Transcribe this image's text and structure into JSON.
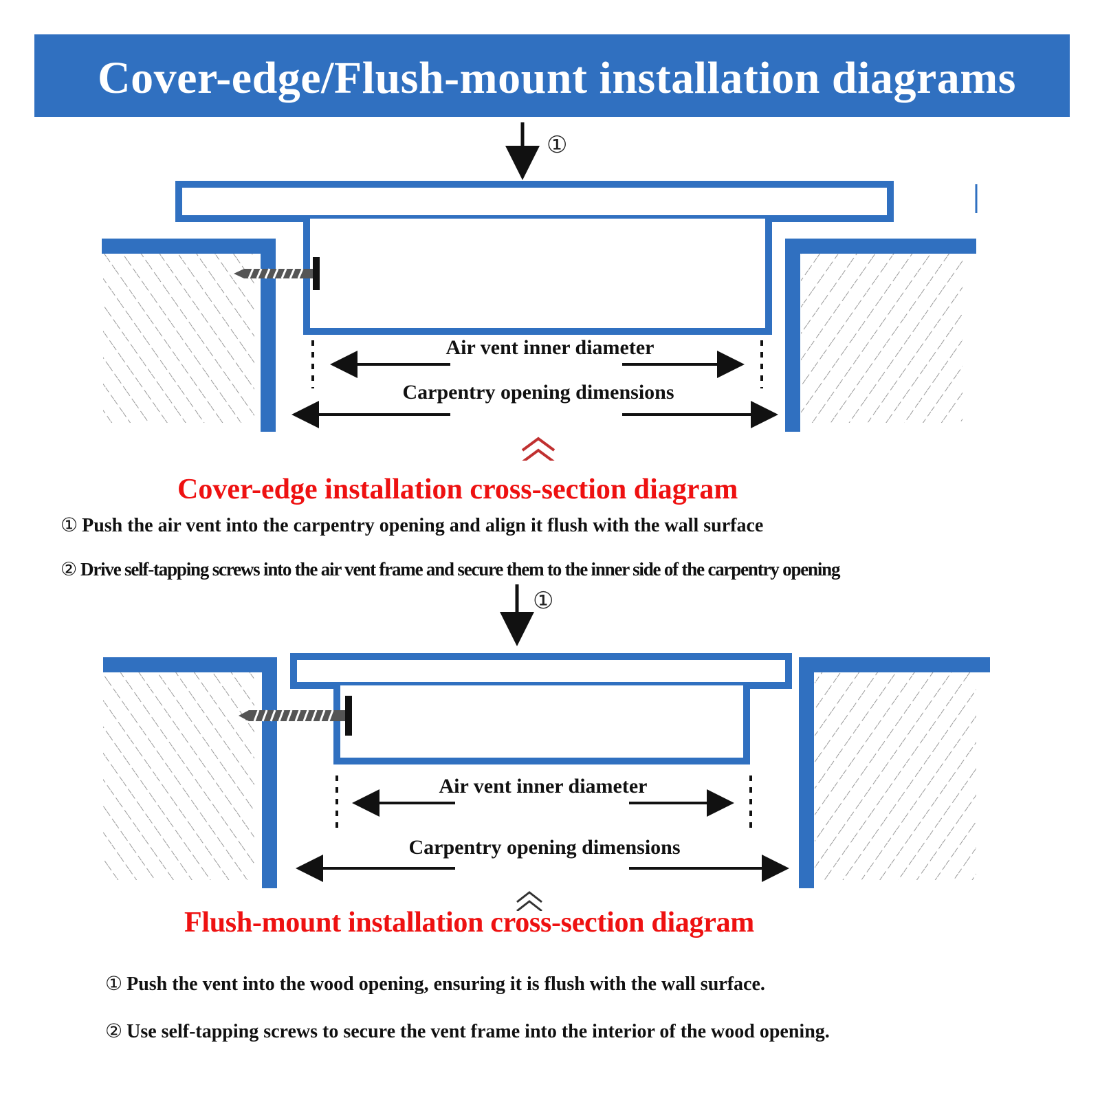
{
  "header": {
    "title": "Cover-edge/Flush-mount installation diagrams"
  },
  "diagrams": [
    {
      "step_marker": "①",
      "inner_label": "Air vent inner diameter",
      "opening_label": "Carpentry opening dimensions",
      "caption": "Cover-edge installation cross-section diagram",
      "steps": [
        {
          "num": "①",
          "text": "Push the air vent into the carpentry opening and align it flush with the wall surface"
        },
        {
          "num": "②",
          "text": "Drive self-tapping screws into the air vent frame and secure them to the inner side of the carpentry opening"
        }
      ]
    },
    {
      "step_marker": "①",
      "inner_label": "Air vent inner diameter",
      "opening_label": "Carpentry opening dimensions",
      "caption": "Flush-mount installation cross-section diagram",
      "steps": [
        {
          "num": "①",
          "text": "Push the vent into the wood opening, ensuring it is flush with the wall surface."
        },
        {
          "num": "②",
          "text": "Use self-tapping screws to secure the vent frame into the interior of the wood opening."
        }
      ]
    }
  ],
  "colors": {
    "banner": "#3070c0",
    "frame_blue": "#3070c0",
    "caption_red": "#ee1111",
    "hatch": "#999999"
  }
}
